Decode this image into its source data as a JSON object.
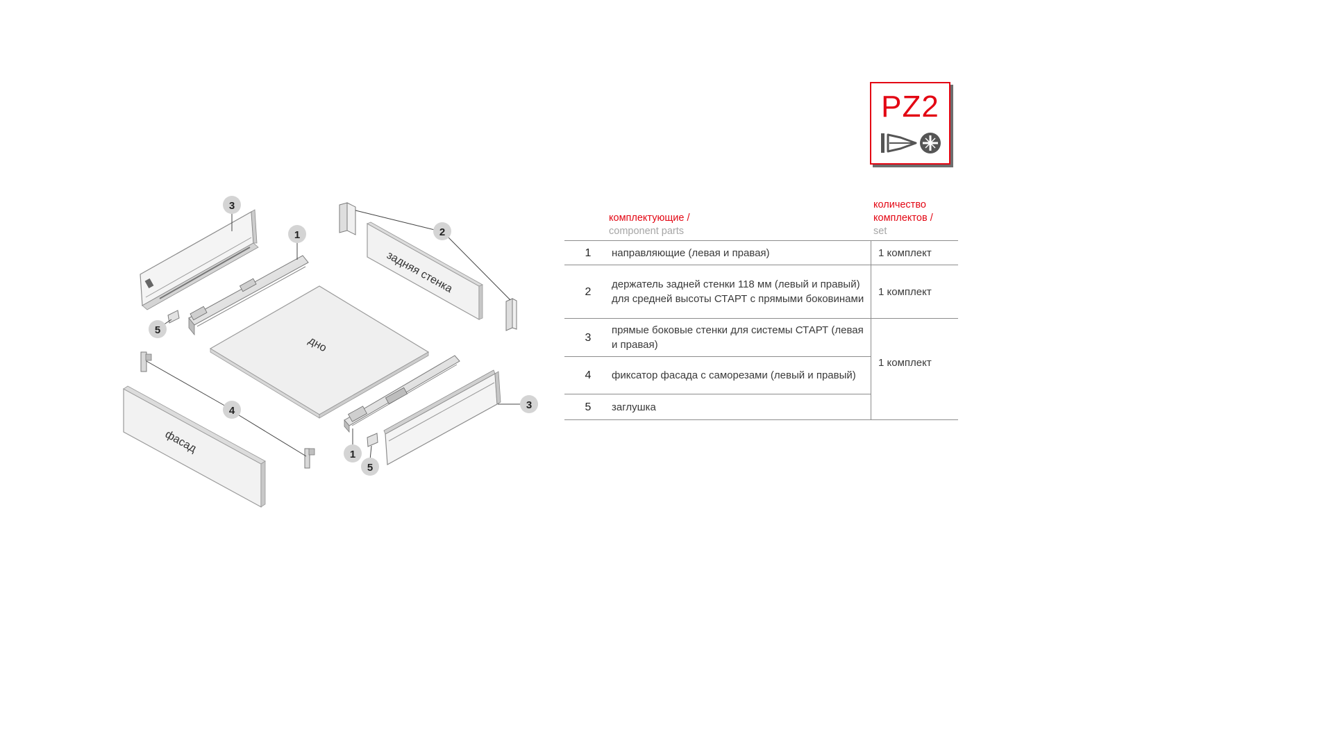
{
  "logo": {
    "text": "PZ2"
  },
  "table": {
    "header": {
      "parts_ru": "комплектующие /",
      "parts_en": "component parts",
      "qty_ru_line1": "количество",
      "qty_ru_line2": "комплектов /",
      "qty_en": "set"
    },
    "rows": [
      {
        "num": "1",
        "desc": "направляющие (левая и правая)",
        "qty": "1 комплект"
      },
      {
        "num": "2",
        "desc": "держатель задней стенки 118 мм (левый и правый) для средней высоты СТАРТ с прямыми боковинами",
        "qty": "1 комплект"
      },
      {
        "num": "3",
        "desc": "прямые боковые стенки для системы СТАРТ (левая и правая)",
        "qty": "1 комплект"
      },
      {
        "num": "4",
        "desc": "фиксатор фасада с саморезами (левый и правый)"
      },
      {
        "num": "5",
        "desc": "заглушка"
      }
    ]
  },
  "diagram": {
    "panel_bottom": "дно",
    "panel_back": "задняя стенка",
    "panel_front": "фасад",
    "callouts": [
      "3",
      "1",
      "2",
      "5",
      "4",
      "3",
      "1",
      "5"
    ]
  }
}
